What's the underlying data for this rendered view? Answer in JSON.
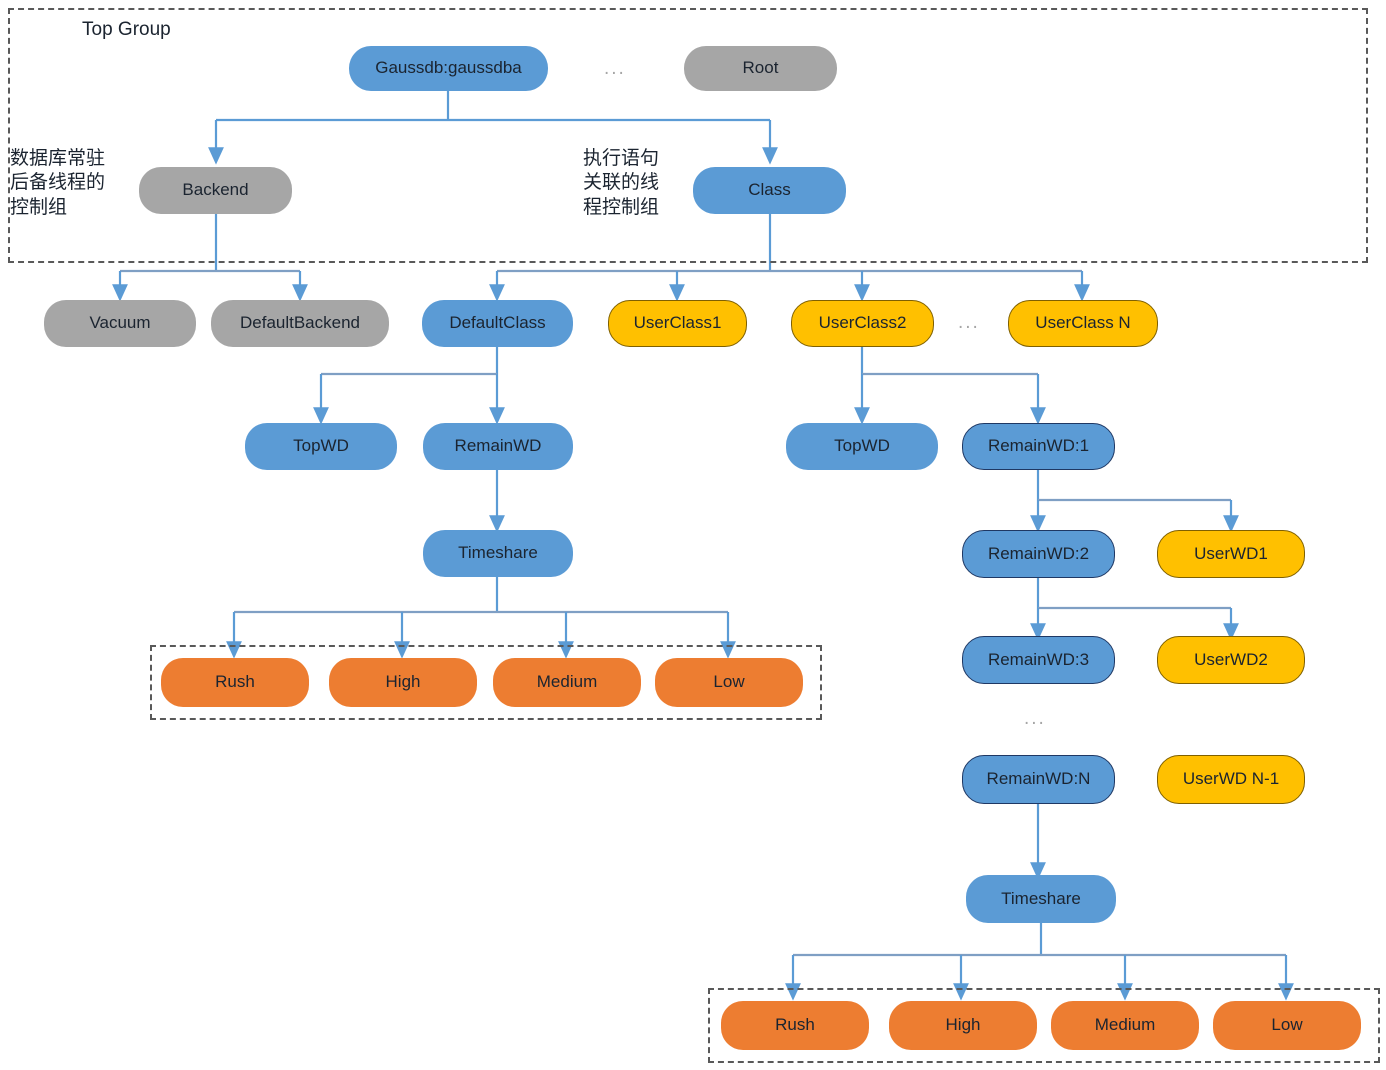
{
  "diagram": {
    "title": "Top Group",
    "captions": {
      "top_group": "Top Group",
      "backend_note": "数据库常驻\n后备线程的\n控制组",
      "class_note": "执行语句\n关联的线\n程控制组"
    },
    "ellipses": {
      "top_row": "...",
      "user_class_row": "...",
      "remain_wd_chain": "..."
    },
    "colors": {
      "blue": "#5b9bd5",
      "gray": "#a6a6a6",
      "orange": "#ed7d31",
      "yellow": "#ffc000",
      "edge": "#5b9bd5",
      "edge_gray": "#8faadc",
      "dash_border": "#595959",
      "text": "#1b2430"
    },
    "nodes": {
      "gaussdb": "Gaussdb:gaussdba",
      "root": "Root",
      "backend": "Backend",
      "class": "Class",
      "vacuum": "Vacuum",
      "default_backend": "DefaultBackend",
      "default_class": "DefaultClass",
      "user_class_1": "UserClass1",
      "user_class_2": "UserClass2",
      "user_class_n": "UserClass N",
      "top_wd_left": "TopWD",
      "remain_wd_left": "RemainWD",
      "timeshare_left": "Timeshare",
      "top_wd_right": "TopWD",
      "remain_wd_1": "RemainWD:1",
      "remain_wd_2": "RemainWD:2",
      "remain_wd_3": "RemainWD:3",
      "remain_wd_n": "RemainWD:N",
      "user_wd_1": "UserWD1",
      "user_wd_2": "UserWD2",
      "user_wd_n_1": "UserWD N-1",
      "timeshare_right": "Timeshare",
      "rush_left": "Rush",
      "high_left": "High",
      "medium_left": "Medium",
      "low_left": "Low",
      "rush_right": "Rush",
      "high_right": "High",
      "medium_right": "Medium",
      "low_right": "Low"
    }
  }
}
